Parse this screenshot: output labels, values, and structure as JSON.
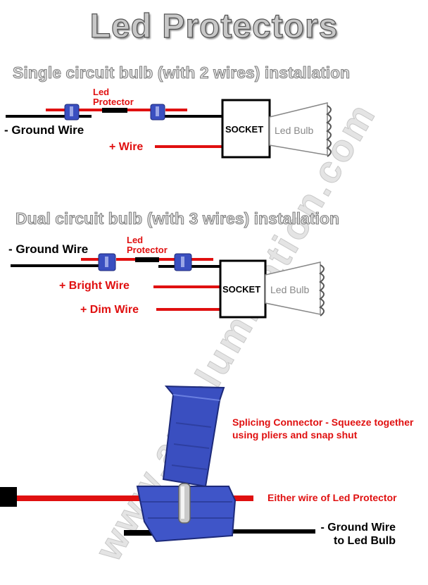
{
  "title": "Led Protectors",
  "single": {
    "heading": "Single circuit bulb (with 2 wires) installation",
    "protector_label_line1": "Led",
    "protector_label_line2": "Protector",
    "ground_label": "- Ground Wire",
    "plus_label": "+ Wire",
    "socket_label": "SOCKET",
    "bulb_label": "Led Bulb"
  },
  "dual": {
    "heading": "Dual circuit bulb (with 3 wires) installation",
    "protector_label_line1": "Led",
    "protector_label_line2": "Protector",
    "ground_label": "- Ground Wire",
    "bright_label": "+ Bright Wire",
    "dim_label": "+ Dim Wire",
    "socket_label": "SOCKET",
    "bulb_label": "Led Bulb"
  },
  "connector": {
    "note": "Splicing Connector - Squeeze together using pliers and snap shut",
    "either_wire_label": "Either wire of Led Protector",
    "ground_label_line1": "- Ground Wire",
    "ground_label_line2": "to Led Bulb"
  },
  "watermark": "www.autolumination.com",
  "colors": {
    "wire_red": "#e01010",
    "wire_black": "#000000",
    "connector_blue": "#3a4fc0"
  }
}
